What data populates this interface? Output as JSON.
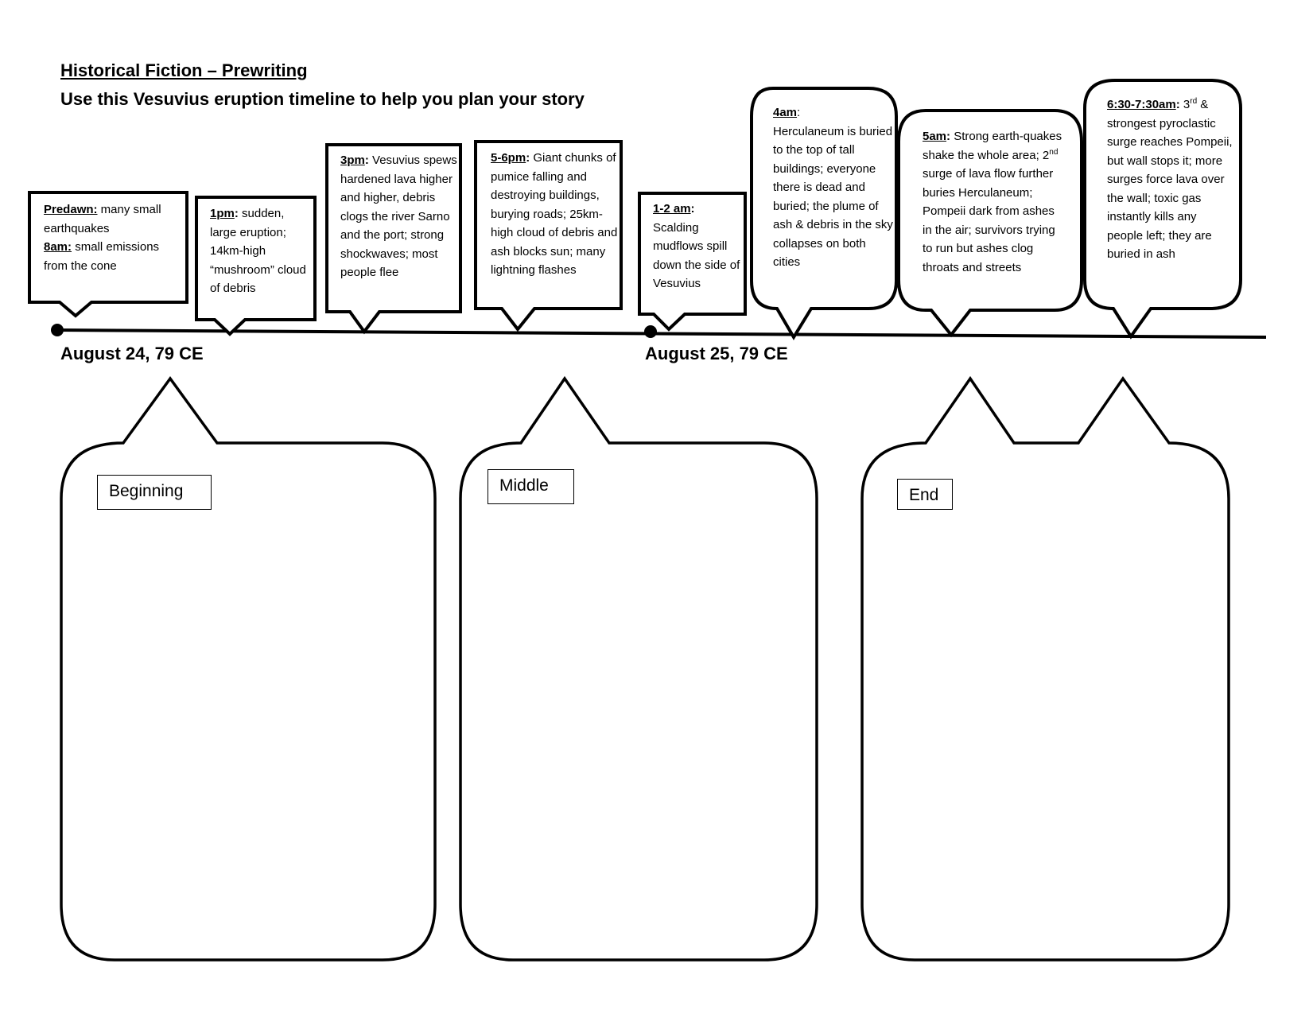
{
  "header": {
    "title": "Historical Fiction – Prewriting",
    "subtitle": "Use this Vesuvius eruption timeline to help you plan your story"
  },
  "timeline": {
    "dates": [
      "August 24, 79 CE",
      "August 25, 79 CE"
    ],
    "events": [
      {
        "time": "Predawn:",
        "text": " many small earthquakes",
        "time2": "8am:",
        "text2": " small emissions from the cone"
      },
      {
        "time": "1pm",
        "suffix": ":",
        "text": " sudden, large eruption; 14km-high “mushroom” cloud of debris"
      },
      {
        "time": "3pm",
        "suffix": ":",
        "text": " Vesuvius spews hardened lava higher and higher, debris clogs the river Sarno and the port; strong shockwaves; most people flee"
      },
      {
        "time": "5-6pm",
        "suffix": ":",
        "text": " Giant chunks of pumice falling and destroying buildings, burying roads; 25km-high cloud of debris and ash blocks sun; many lightning flashes"
      },
      {
        "time": "1-2 am",
        "suffix": ":",
        "text": " Scalding mudflows spill down the side of Vesuvius"
      },
      {
        "time": "4am",
        "suffix": ":",
        "text": " Herculaneum is buried to the top of tall buildings; everyone there is dead and buried; the plume of ash & debris in the sky collapses on both cities"
      },
      {
        "time": "5am",
        "suffix": ":",
        "text": " Strong earth-quakes shake the whole area; 2",
        "sup": "nd",
        "text2": " surge of lava flow further buries Herculaneum; Pompeii dark from ashes in the air; survivors trying to run but ashes clog throats and streets"
      },
      {
        "time": "6:30-7:30am",
        "suffix": ":",
        "text": " 3",
        "sup": "rd",
        "text2": " & strongest pyroclastic surge reaches Pompeii, but wall stops it; more surges force lava over the wall; toxic gas instantly kills any people left; they are buried in ash"
      }
    ]
  },
  "planning": {
    "beginning": "Beginning",
    "middle": "Middle",
    "end": "End"
  }
}
